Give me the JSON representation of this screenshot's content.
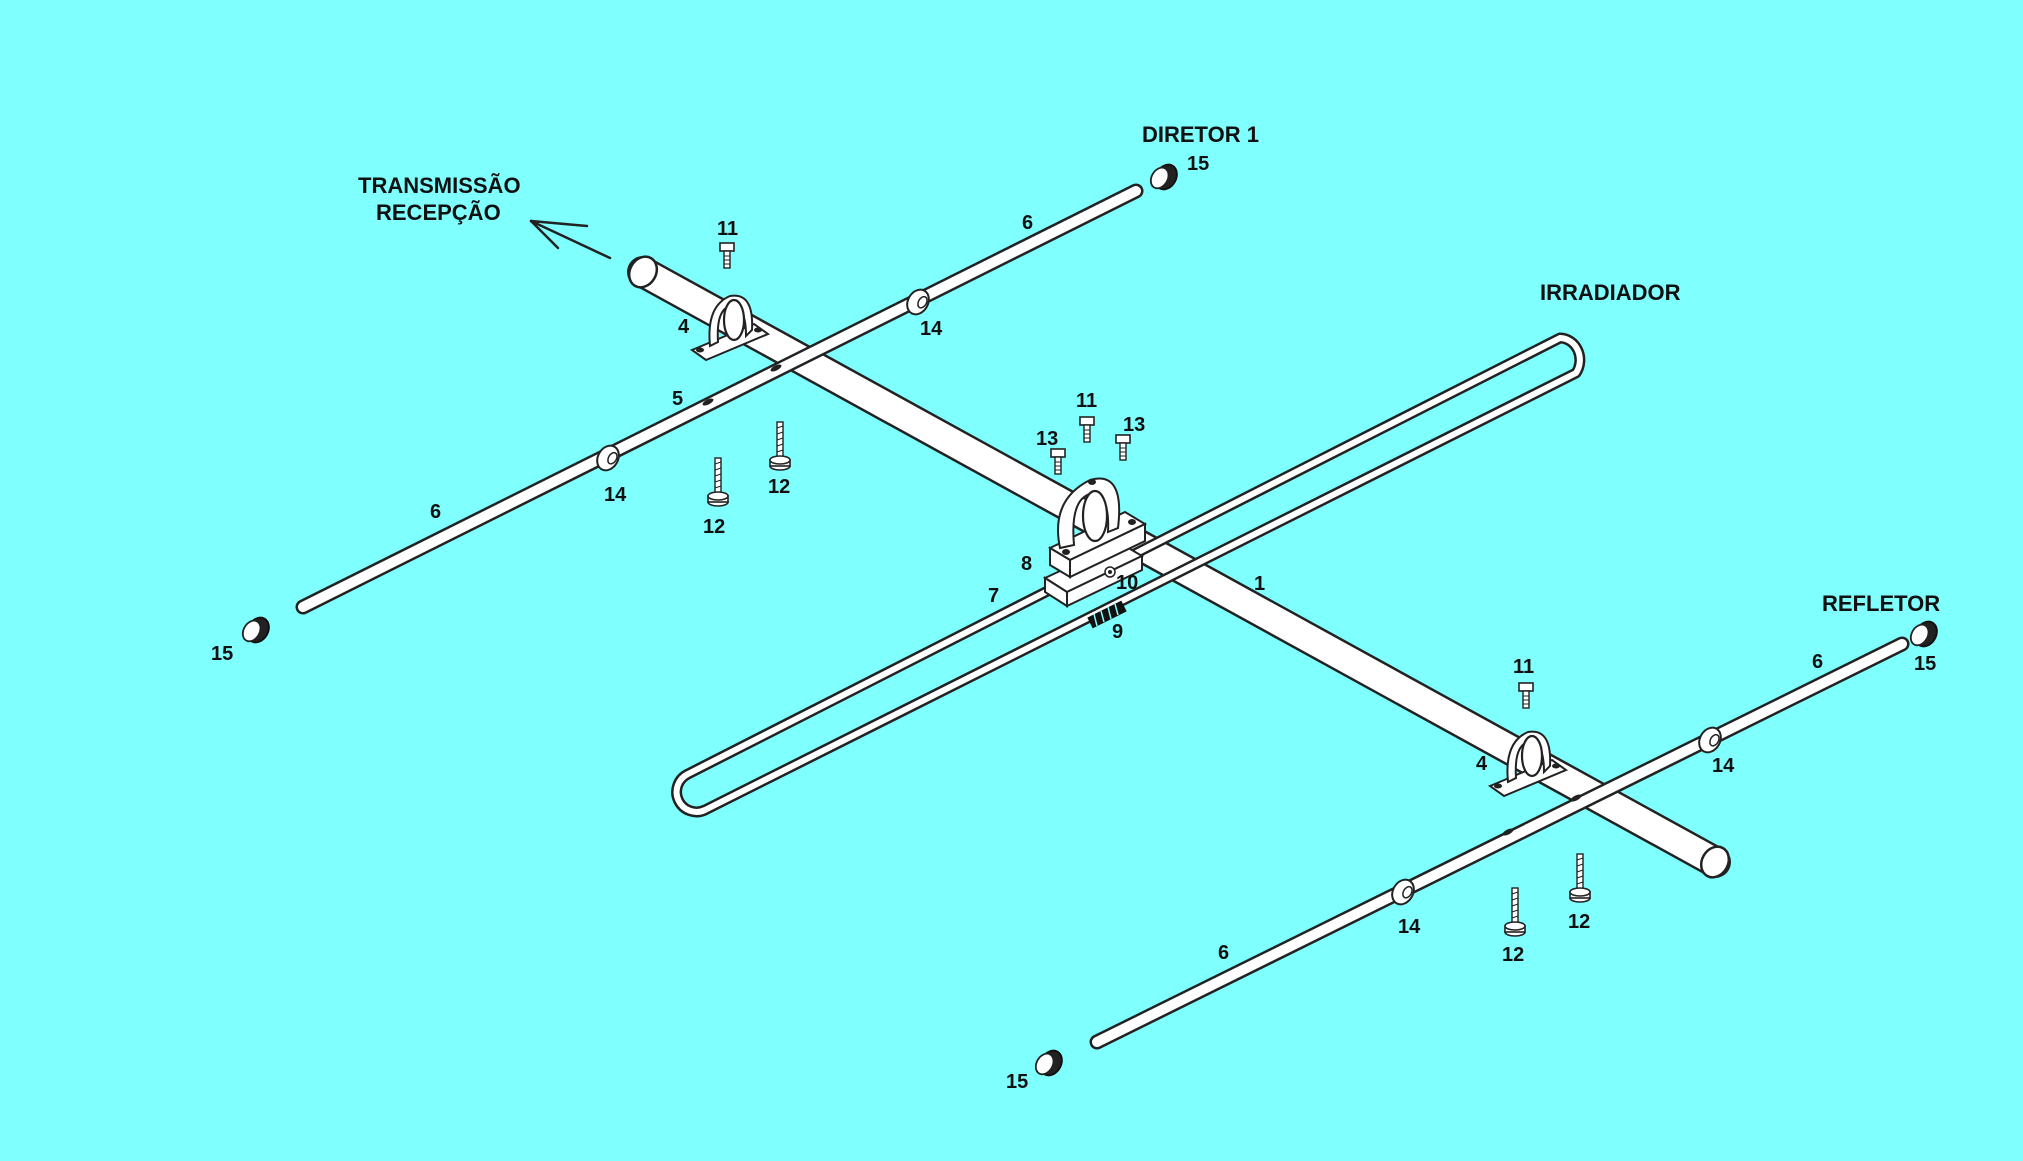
{
  "labels": {
    "transmissao": "TRANSMISSÃO",
    "recepcao": "RECEPÇÃO",
    "diretor": "DIRETOR 1",
    "irradiador": "IRRADIADOR",
    "refletor": "REFLETOR"
  },
  "parts": {
    "p1": "1",
    "p4": "4",
    "p5": "5",
    "p6": "6",
    "p7": "7",
    "p8": "8",
    "p9": "9",
    "p10": "10",
    "p11": "11",
    "p12": "12",
    "p13": "13",
    "p14": "14",
    "p15": "15"
  },
  "colors": {
    "background": "#80FFFF",
    "line": "#222222",
    "part": "#FFFFFF"
  }
}
